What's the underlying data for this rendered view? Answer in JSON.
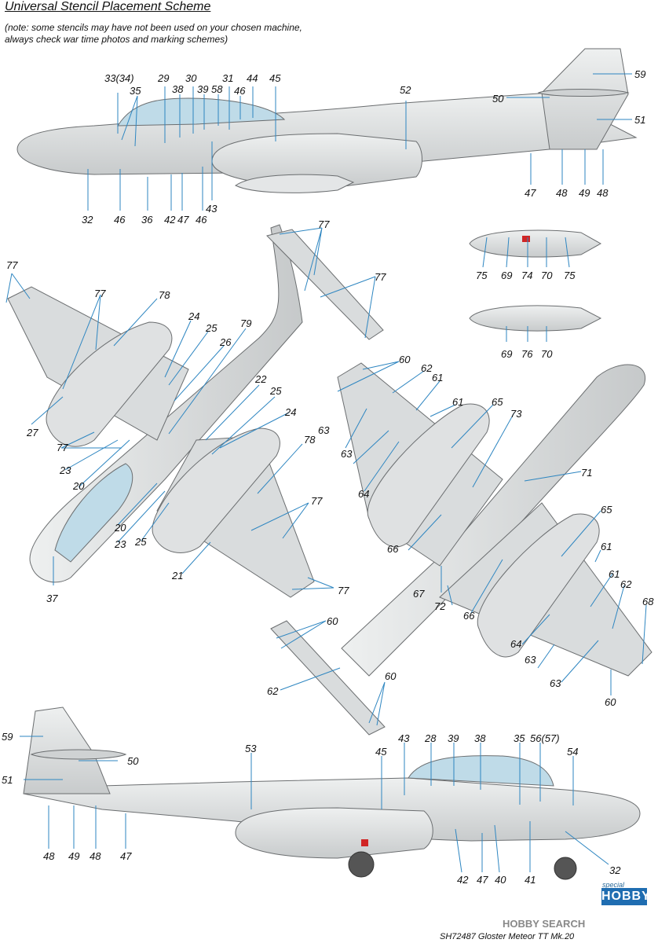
{
  "header": {
    "title": "Universal Stencil Placement Scheme",
    "note": "(note: some stencils may have not been used on your chosen machine,\nalways check war time photos and marking schemes)"
  },
  "colors": {
    "aircraft_grey": "#d8dadb",
    "canopy_blue": "#bfdbe8",
    "leader_blue": "#2e86c1",
    "red_mark": "#d02525",
    "green_mark": "#2f8f3a"
  },
  "callouts": {
    "side_top": [
      "33(34)",
      "35",
      "29",
      "38",
      "30",
      "39",
      "58",
      "31",
      "46",
      "44",
      "45",
      "52",
      "59",
      "50",
      "51",
      "32",
      "46",
      "36",
      "42",
      "47",
      "46",
      "43",
      "47",
      "48",
      "49",
      "48"
    ],
    "plan_top": [
      "77",
      "77",
      "78",
      "24",
      "25",
      "26",
      "79",
      "77",
      "77",
      "27",
      "77",
      "23",
      "20",
      "22",
      "25",
      "24",
      "78",
      "20",
      "23",
      "25",
      "77",
      "21",
      "77",
      "37"
    ],
    "pods": [
      "75",
      "69",
      "74",
      "70",
      "75",
      "69",
      "76",
      "70"
    ],
    "plan_under": [
      "60",
      "62",
      "61",
      "61",
      "65",
      "73",
      "63",
      "63",
      "64",
      "71",
      "66",
      "65",
      "61",
      "67",
      "72",
      "66",
      "61",
      "62",
      "68",
      "60",
      "64",
      "63",
      "63",
      "60",
      "62",
      "60"
    ],
    "side_bottom": [
      "59",
      "50",
      "51",
      "53",
      "45",
      "43",
      "28",
      "39",
      "38",
      "35",
      "56(57)",
      "54",
      "48",
      "49",
      "48",
      "47",
      "42",
      "47",
      "40",
      "41",
      "32"
    ]
  },
  "branding": {
    "logo_top": "special",
    "logo_bottom": "HOBBY",
    "watermark": "HOBBY SEARCH"
  },
  "footer": {
    "caption": "SH72487  Gloster Meteor TT Mk.20"
  }
}
